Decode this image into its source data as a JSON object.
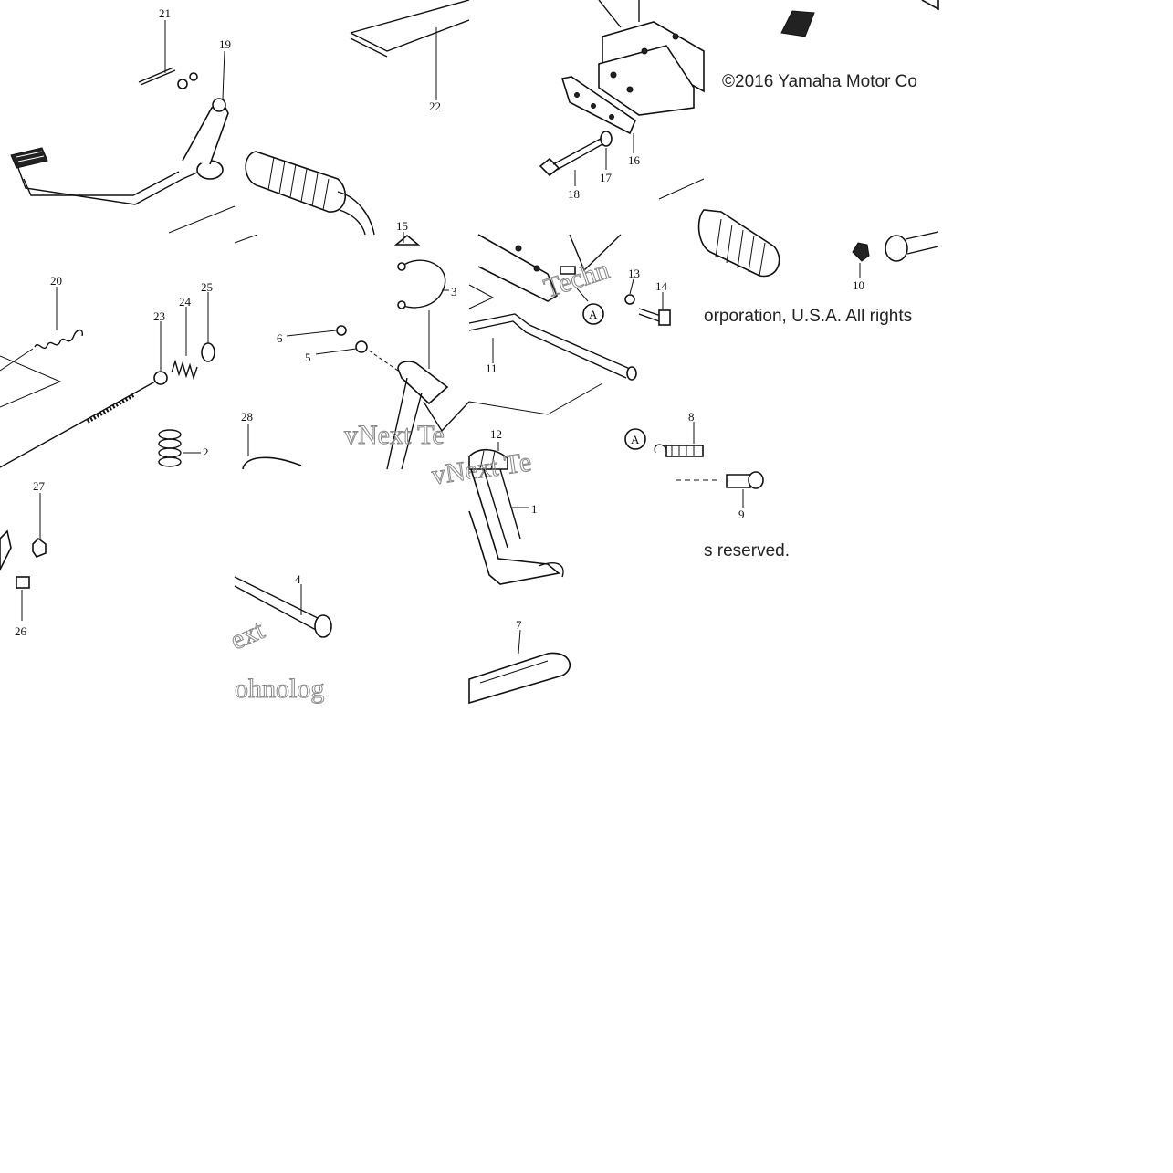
{
  "copyright": {
    "line1": "©2016 Yamaha Motor Co",
    "line2": "orporation, U.S.A. All rights",
    "line3": "s reserved."
  },
  "watermark": {
    "line1": "vNext Te",
    "line2": "Techn",
    "line3": "ext",
    "line4": "ohnolog"
  },
  "callouts": {
    "c1": "1",
    "c2": "2",
    "c3": "3",
    "c4": "4",
    "c5": "5",
    "c6": "6",
    "c7": "7",
    "c8": "8",
    "c9": "9",
    "c10": "10",
    "c11": "11",
    "c12": "12",
    "c13": "13",
    "c14": "14",
    "c15": "15",
    "c16": "16",
    "c17": "17",
    "c18": "18",
    "c19": "19",
    "c20": "20",
    "c21": "21",
    "c22": "22",
    "c23": "23",
    "c24": "24",
    "c25": "25",
    "c26": "26",
    "c27": "27",
    "c28": "28",
    "markerA": "A"
  }
}
